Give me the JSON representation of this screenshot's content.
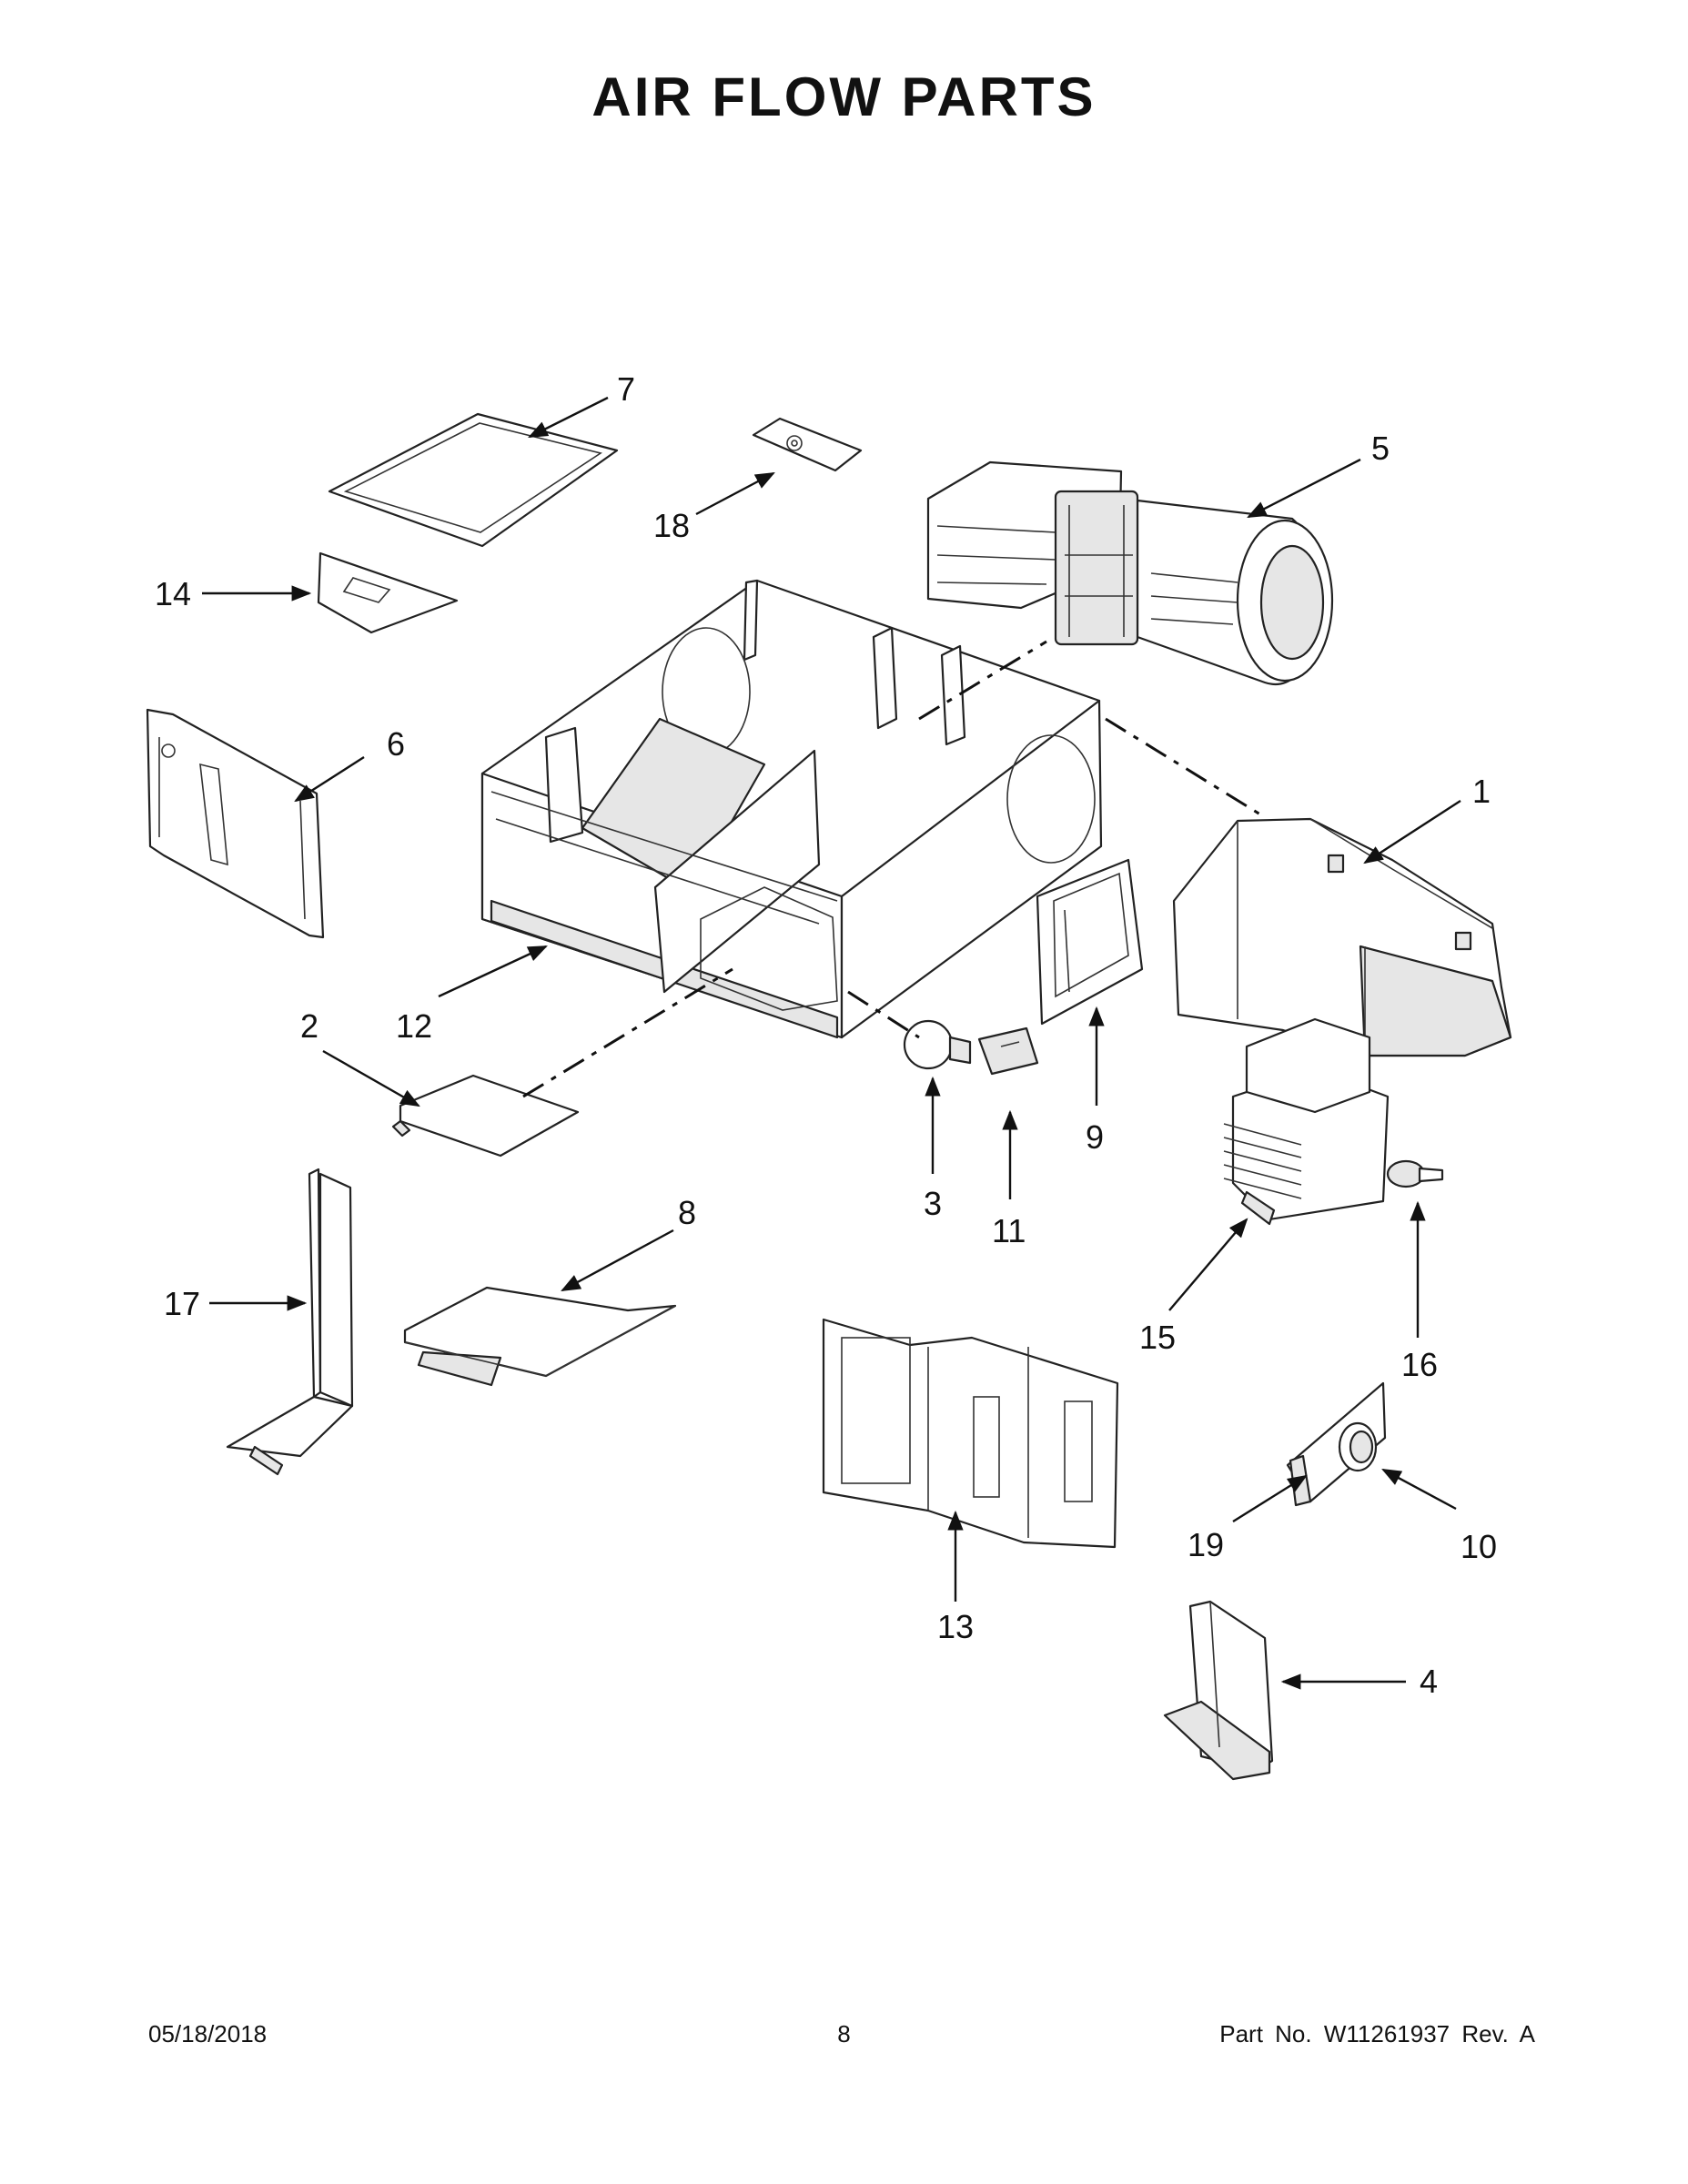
{
  "page": {
    "title": "AIR FLOW PARTS"
  },
  "callouts": [
    "1",
    "2",
    "3",
    "4",
    "5",
    "6",
    "7",
    "8",
    "9",
    "10",
    "11",
    "12",
    "13",
    "14",
    "15",
    "16",
    "17",
    "18",
    "19"
  ],
  "footer": {
    "date": "05/18/2018",
    "page_number": "8",
    "part_info": "Part No.  W11261937  Rev.  A"
  }
}
